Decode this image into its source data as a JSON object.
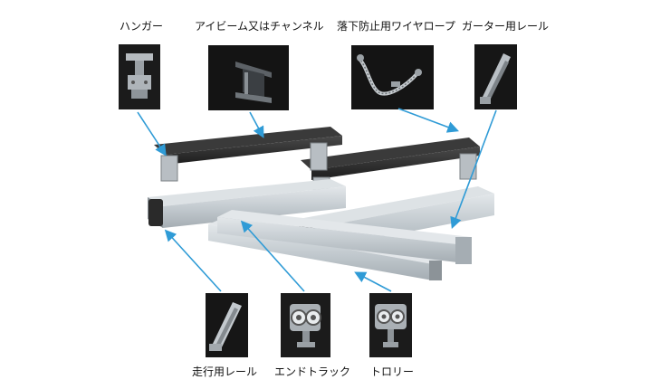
{
  "top_labels": {
    "hanger": "ハンガー",
    "i_beam_channel": "アイビーム又はチャンネル",
    "fall_prevention_wire": "落下防止用ワイヤロープ",
    "girder_rail": "ガーター用レール"
  },
  "bottom_labels": {
    "running_rail": "走行用レール",
    "end_track": "エンドトラック",
    "trolley": "トロリー"
  },
  "colors": {
    "arrow": "#2f9bd6",
    "photo_bg": "#1b1b1b",
    "rail_silver": "#c9d0d6",
    "beam_dark": "#2b2b2b"
  },
  "icons": [
    "hanger-photo",
    "i-beam-photo",
    "wire-rope-photo",
    "girder-rail-photo",
    "running-rail-photo",
    "end-track-photo",
    "trolley-photo"
  ]
}
